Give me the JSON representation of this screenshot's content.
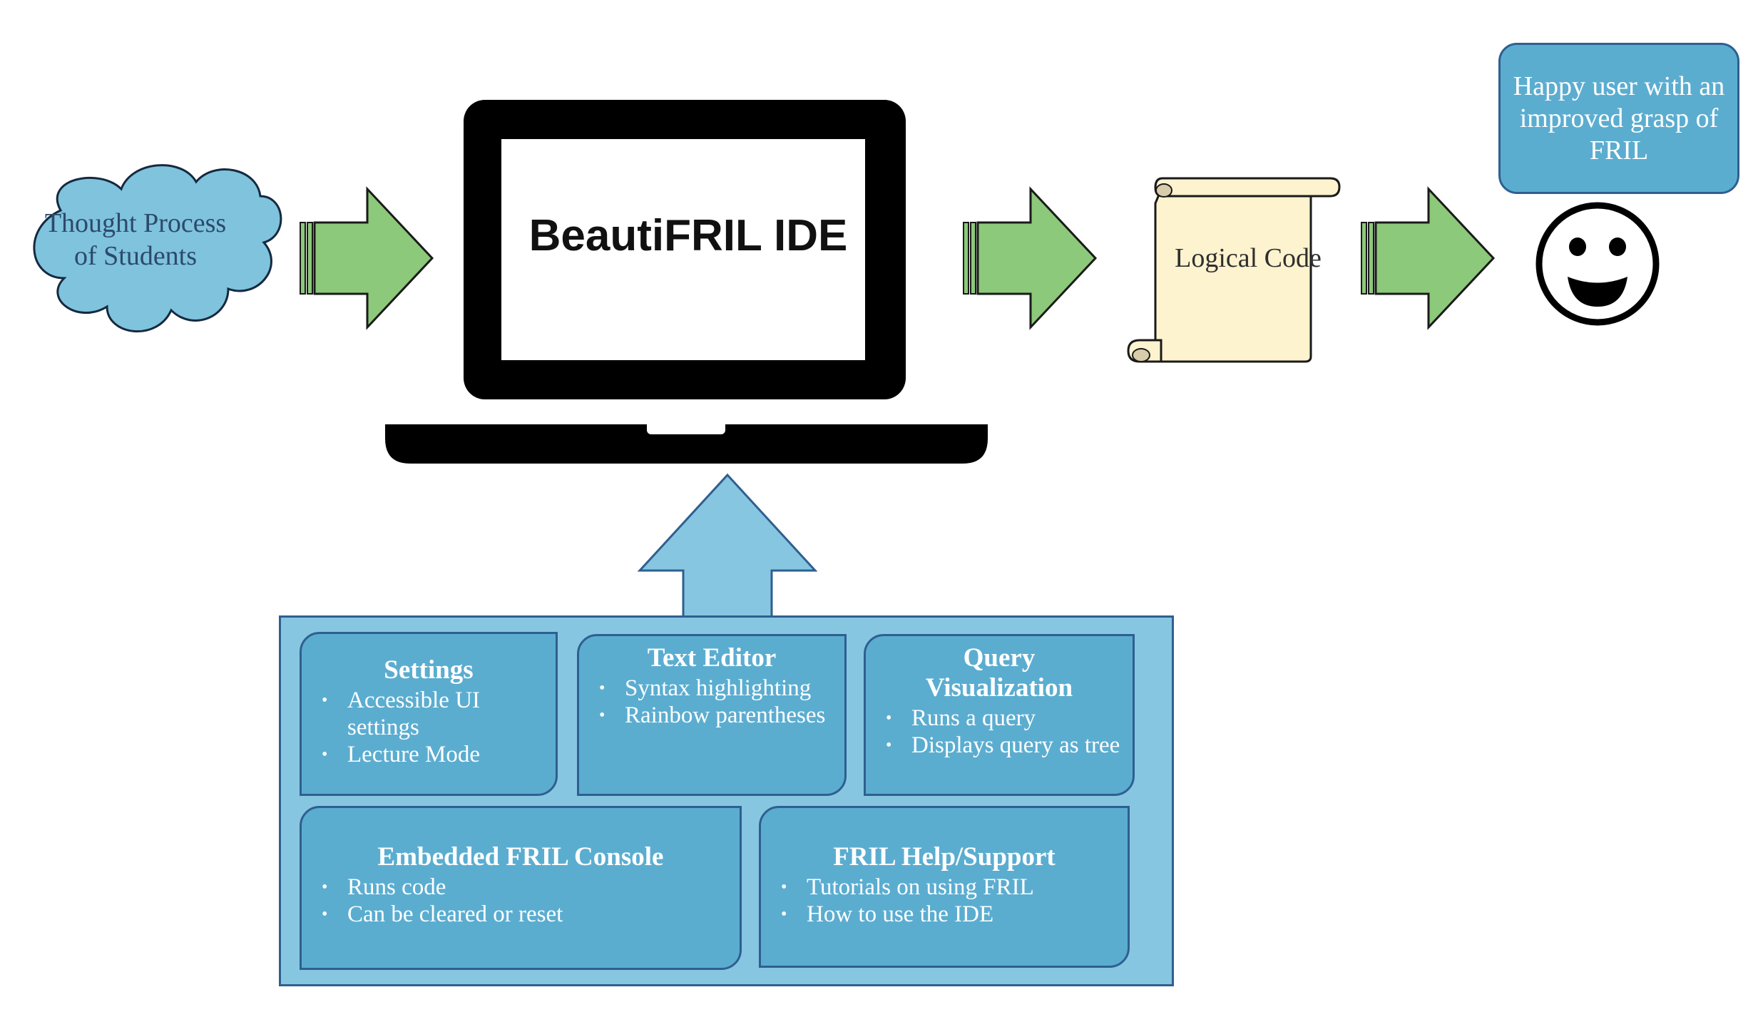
{
  "cloud": {
    "text": "Thought Process of Students"
  },
  "laptop": {
    "title": "BeautiFRIL IDE"
  },
  "scroll": {
    "text": "Logical Code"
  },
  "happy_box": {
    "text": "Happy user with an improved grasp of FRIL"
  },
  "icons": [
    "cloud-icon",
    "laptop-icon",
    "scroll-icon",
    "smiley-face-icon",
    "striped-arrow-icon",
    "up-arrow-icon"
  ],
  "colors": {
    "cloud_fill": "#7fc3dd",
    "green_arrow": "#8cc97a",
    "scroll_fill": "#fdf3cf",
    "box_blue": "#5badd0",
    "container_blue": "#87c6e0",
    "border_navy": "#2f5f90"
  },
  "features": {
    "settings": {
      "title": "Settings",
      "items": [
        "Accessible UI settings",
        "Lecture Mode"
      ]
    },
    "text_editor": {
      "title": "Text Editor",
      "items": [
        "Syntax highlighting",
        "Rainbow parentheses"
      ]
    },
    "query_visualization": {
      "title": "Query Visualization",
      "items": [
        "Runs a query",
        "Displays query as tree"
      ]
    },
    "console": {
      "title": "Embedded FRIL Console",
      "items": [
        "Runs code",
        "Can be cleared or reset"
      ]
    },
    "help": {
      "title": "FRIL Help/Support",
      "items": [
        "Tutorials on using FRIL",
        "How to use the IDE"
      ]
    }
  }
}
